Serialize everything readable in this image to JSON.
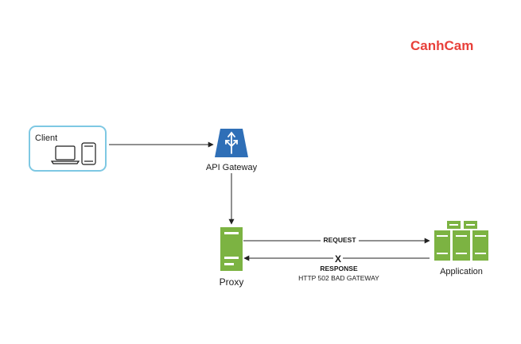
{
  "brand": {
    "name": "CanhCam",
    "color": "#e8403a"
  },
  "nodes": {
    "client": {
      "label": "Client",
      "icons": [
        "laptop-icon",
        "phone-icon"
      ],
      "border_color": "#7ec8e3"
    },
    "gateway": {
      "label": "API Gateway",
      "icon": "api-gateway-icon",
      "color": "#2f6fb7"
    },
    "proxy": {
      "label": "Proxy",
      "icon": "server-icon",
      "color": "#7cb342"
    },
    "application": {
      "label": "Application",
      "icon": "server-cluster-icon",
      "color": "#7cb342"
    }
  },
  "edges": {
    "request": {
      "label": "REQUEST"
    },
    "response": {
      "label": "RESPONSE",
      "detail": "HTTP 502 BAD GATEWAY",
      "failure_mark": "X"
    }
  }
}
